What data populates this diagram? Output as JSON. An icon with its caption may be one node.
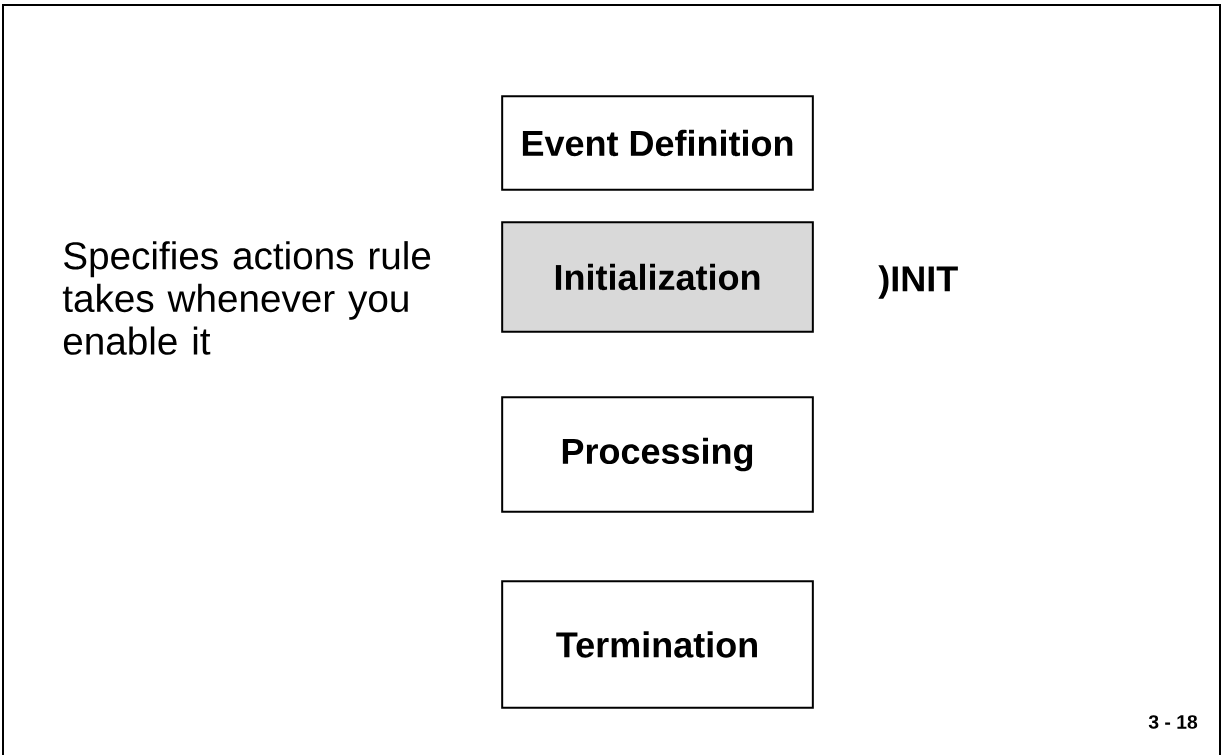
{
  "diagram": {
    "nodes": [
      {
        "text": [
          "Event Definition"
        ]
      },
      {
        "text": [
          "Initialization"
        ]
      },
      {
        "text": [
          "Processing"
        ]
      },
      {
        "text": [
          "Termination"
        ]
      }
    ],
    "labels": [
      "Specifies actions rule takes whenever you enable it",
      ")INIT",
      "3 - 18"
    ]
  }
}
